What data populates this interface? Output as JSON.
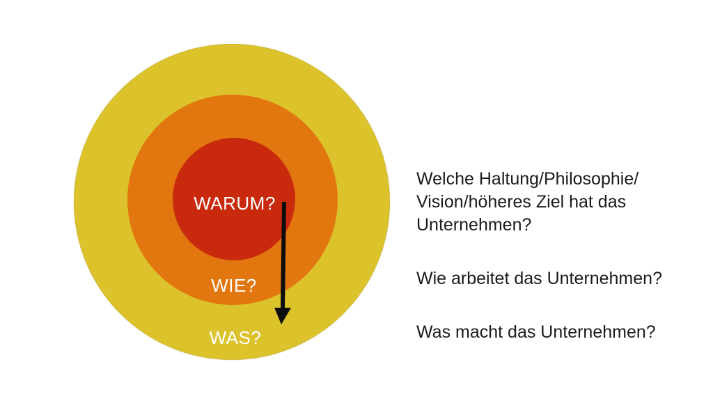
{
  "background_color": "#FFFFFF",
  "diagram": {
    "name": "golden-circle-german",
    "rings": {
      "outer": {
        "label": "WAS?",
        "color": "#DCC22B"
      },
      "middle": {
        "label": "WIE?",
        "color": "#E2760F"
      },
      "inner": {
        "label": "WARUM?",
        "color": "#C92A0E"
      }
    },
    "ring_label_color": "#FFFFFF",
    "arrow": {
      "color": "#0D0D0D",
      "direction": "down"
    }
  },
  "questions": {
    "why_lines": [
      "Welche Haltung/Philosophie/",
      "Vision/höheres Ziel hat das",
      "Unternehmen?"
    ],
    "how": "Wie arbeitet das Unternehmen?",
    "what": "Was macht das Unternehmen?"
  },
  "text_color": "#1B1B1B"
}
